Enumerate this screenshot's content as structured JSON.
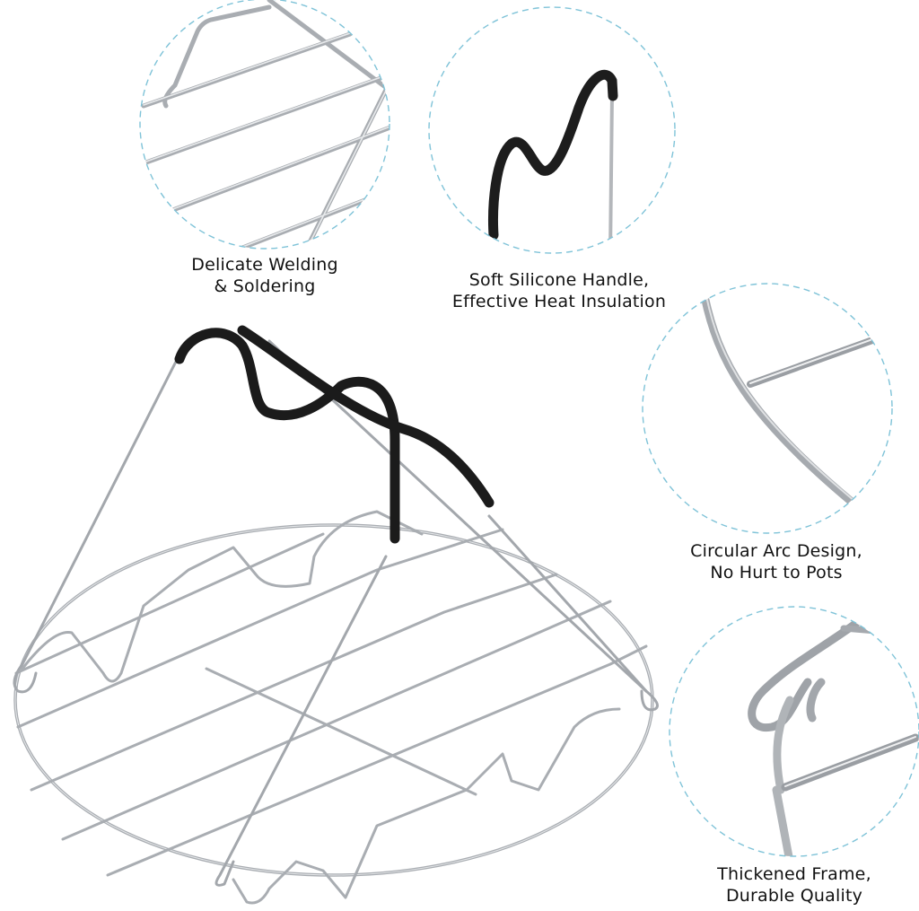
{
  "colors": {
    "background": "#ffffff",
    "dashed_circle": "#7fc3d8",
    "steel": "#b9bcc0",
    "steel_dark": "#8d9196",
    "silicone": "#1a1a1a",
    "caption_text": "#111111"
  },
  "main_product": {
    "name": "steamer-rack-with-silicone-handles"
  },
  "features": [
    {
      "id": "welding",
      "icon": "welding-closeup",
      "line1": "Delicate Welding",
      "line2": "& Soldering"
    },
    {
      "id": "handle",
      "icon": "silicone-handle-closeup",
      "line1": "Soft Silicone Handle,",
      "line2": "Effective Heat Insulation"
    },
    {
      "id": "arc",
      "icon": "circular-arc-closeup",
      "line1": "Circular Arc Design,",
      "line2": "No Hurt to Pots"
    },
    {
      "id": "frame",
      "icon": "thickened-frame-closeup",
      "line1": "Thickened Frame,",
      "line2": "Durable Quality"
    }
  ]
}
